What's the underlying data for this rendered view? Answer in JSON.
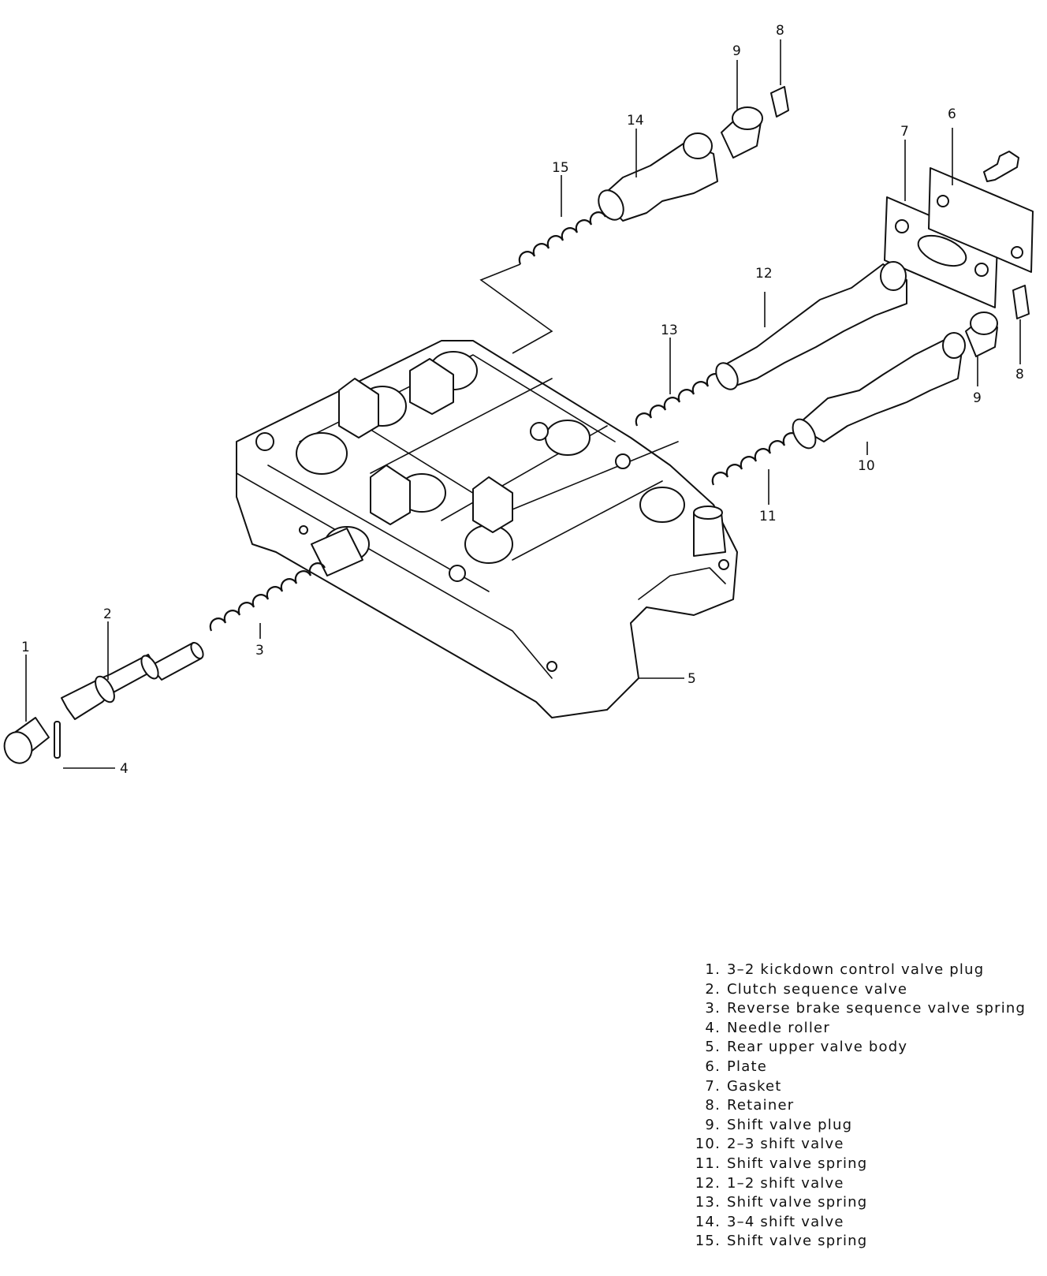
{
  "callouts": {
    "c1": "1",
    "c2": "2",
    "c3": "3",
    "c4": "4",
    "c5": "5",
    "c6": "6",
    "c7": "7",
    "c8a": "8",
    "c8b": "8",
    "c9a": "9",
    "c9b": "9",
    "c10": "10",
    "c11": "11",
    "c12": "12",
    "c13": "13",
    "c14": "14",
    "c15": "15"
  },
  "legend": [
    {
      "num": "1.",
      "text": "3–2 kickdown control valve plug"
    },
    {
      "num": "2.",
      "text": "Clutch sequence valve"
    },
    {
      "num": "3.",
      "text": "Reverse brake sequence valve spring"
    },
    {
      "num": "4.",
      "text": "Needle roller"
    },
    {
      "num": "5.",
      "text": "Rear upper valve body"
    },
    {
      "num": "6.",
      "text": "Plate"
    },
    {
      "num": "7.",
      "text": "Gasket"
    },
    {
      "num": "8.",
      "text": "Retainer"
    },
    {
      "num": "9.",
      "text": "Shift valve plug"
    },
    {
      "num": "10.",
      "text": "2–3 shift valve"
    },
    {
      "num": "11.",
      "text": "Shift valve spring"
    },
    {
      "num": "12.",
      "text": "1–2 shift valve"
    },
    {
      "num": "13.",
      "text": "Shift valve spring"
    },
    {
      "num": "14.",
      "text": "3–4 shift valve"
    },
    {
      "num": "15.",
      "text": "Shift valve spring"
    }
  ]
}
